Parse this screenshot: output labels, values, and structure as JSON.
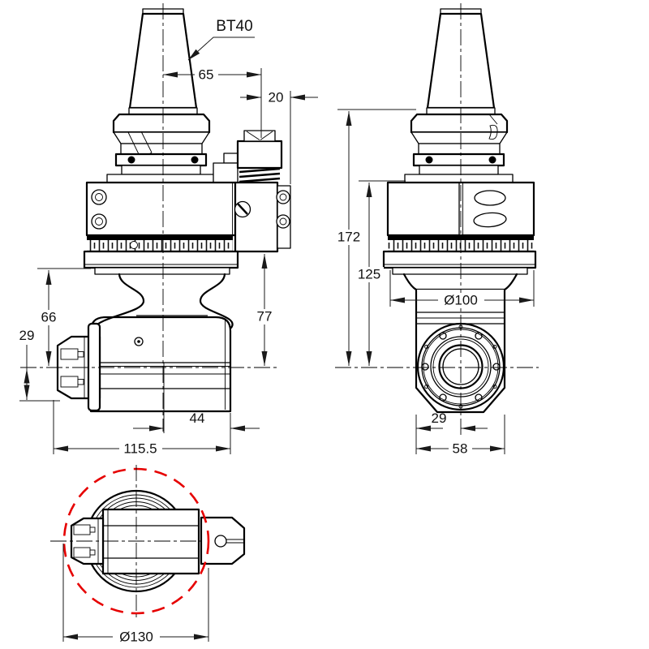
{
  "drawing": {
    "subject": "BT40 right-angle milling head, three-view engineering drawing",
    "colors": {
      "line": "#000000",
      "dim_line": "#1a1a1a",
      "accent_red": "#e60000",
      "background": "#ffffff"
    },
    "labels": {
      "taper_label": "BT40",
      "front_view": {
        "d65": "65",
        "d20": "20",
        "d77": "77",
        "d66": "66",
        "d29": "29",
        "d44": "44",
        "d115": "115.5"
      },
      "side_view": {
        "d172": "172",
        "d125": "125",
        "d100": "Ø100",
        "d29": "29",
        "d58": "58"
      },
      "bottom_view": {
        "d130": "Ø130"
      }
    }
  }
}
